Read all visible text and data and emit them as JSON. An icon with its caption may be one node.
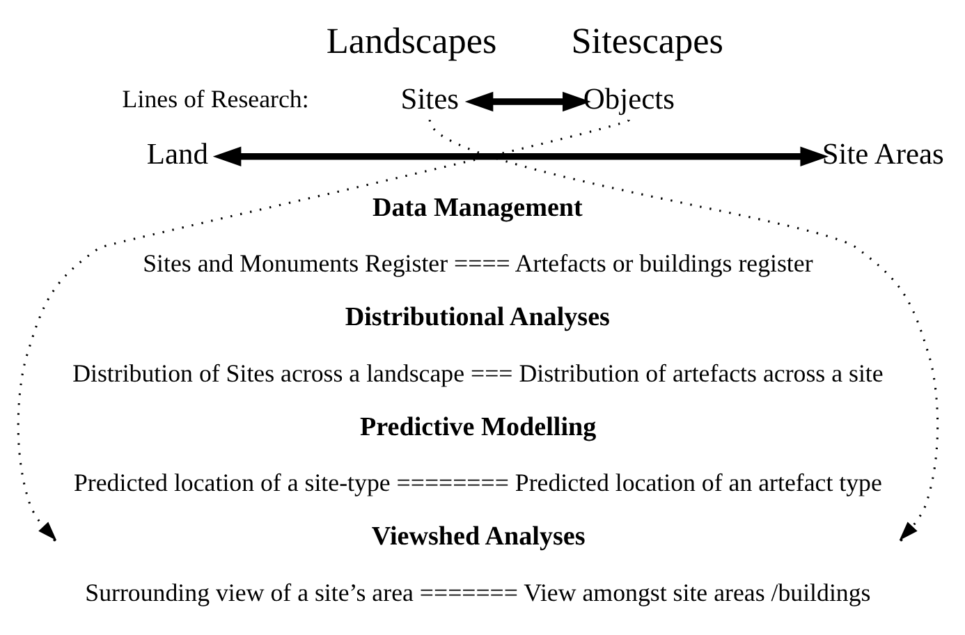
{
  "diagram": {
    "nodes": [
      {
        "text": [
          "Sites"
        ]
      },
      {
        "text": [
          "Objects"
        ]
      },
      {
        "text": [
          "Land"
        ]
      },
      {
        "text": [
          "Site Areas"
        ]
      }
    ],
    "edges": [
      {
        "from": 0,
        "to": 1,
        "arrow": "both",
        "style": "thick"
      },
      {
        "from": 2,
        "to": 3,
        "arrow": "both",
        "style": "thick"
      },
      {
        "from": 1,
        "to": null,
        "arrow": "to",
        "style": "dashed"
      },
      {
        "from": 0,
        "to": null,
        "arrow": "to",
        "style": "dashed"
      }
    ],
    "labels": [
      "Landscapes",
      "Sitescapes",
      "Lines of Research:",
      "Data Management",
      "Sites and Monuments Register ==== Artefacts or buildings register",
      "Distributional Analyses",
      "Distribution of Sites across a landscape === Distribution of artefacts across a site",
      "Predictive Modelling",
      "Predicted location of a site-type ======== Predicted location of an artefact type",
      "Viewshed Analyses",
      "Surrounding view of a site’s area ======= View amongst site areas /buildings"
    ]
  }
}
